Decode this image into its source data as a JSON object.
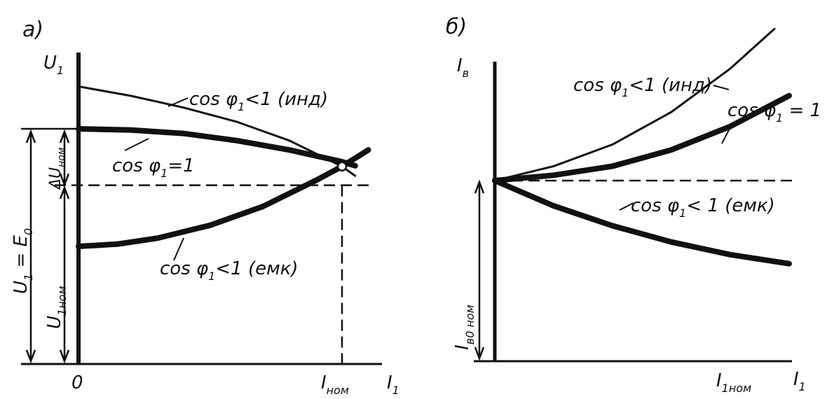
{
  "chart_data": [
    {
      "type": "line",
      "panel": "а)",
      "title": "",
      "ylabel": {
        "main": "U",
        "sub": "1"
      },
      "xlabel": {
        "main": "I",
        "sub": "1"
      },
      "origin_label": "0",
      "x_mark_label": {
        "main": "I",
        "sub": "ном"
      },
      "annotations": {
        "delta_u": {
          "main": "ΔU",
          "sub": "ном"
        },
        "u_nom": {
          "main": "U",
          "sub": "1ном"
        },
        "u_e0": {
          "main": "U",
          "sub1": "1",
          "eq": " = E",
          "sub2": "0"
        }
      },
      "series": [
        {
          "name": "cos φ1 < 1 (инд)",
          "label": {
            "pre": "cos φ",
            "sub": "1",
            "post": "<1 (инд)"
          },
          "weight": "thin",
          "points": [
            [
              0,
              1.18
            ],
            [
              0.2,
              1.14
            ],
            [
              0.4,
              1.09
            ],
            [
              0.6,
              1.03
            ],
            [
              0.8,
              0.95
            ],
            [
              1.0,
              0.84
            ],
            [
              1.05,
              0.8
            ]
          ]
        },
        {
          "name": "cos φ1 = 1",
          "label": {
            "pre": "cos φ",
            "sub": "1",
            "post": "=1"
          },
          "weight": "thick",
          "points": [
            [
              0,
              1.0
            ],
            [
              0.2,
              0.995
            ],
            [
              0.4,
              0.98
            ],
            [
              0.6,
              0.95
            ],
            [
              0.8,
              0.91
            ],
            [
              1.0,
              0.86
            ],
            [
              1.05,
              0.843
            ]
          ]
        },
        {
          "name": "cos φ1 < 1 (емк)",
          "label": {
            "pre": "cos φ",
            "sub": "1",
            "post": "<1 (емк)"
          },
          "weight": "thick",
          "points": [
            [
              0,
              0.5
            ],
            [
              0.15,
              0.51
            ],
            [
              0.3,
              0.535
            ],
            [
              0.5,
              0.59
            ],
            [
              0.7,
              0.67
            ],
            [
              0.9,
              0.78
            ],
            [
              1.0,
              0.84
            ],
            [
              1.1,
              0.91
            ]
          ]
        }
      ],
      "reference_lines": {
        "e0_level": 1.0,
        "nominal_u_level": 0.76,
        "nominal_current": 1.0
      }
    },
    {
      "type": "line",
      "panel": "б)",
      "title": "",
      "ylabel": {
        "main": "I",
        "sub": "в"
      },
      "xlabel": {
        "main": "I",
        "sub": "1"
      },
      "x_mark_label": {
        "main": "I",
        "sub": "1ном"
      },
      "annotations": {
        "iv0": {
          "main": "I",
          "sub": "в0 ном"
        }
      },
      "series": [
        {
          "name": "cos φ1 < 1 (инд)",
          "label": {
            "pre": "cos φ",
            "sub": "1",
            "post": "<1 (инд)"
          },
          "weight": "thin",
          "points": [
            [
              0,
              1.0
            ],
            [
              0.2,
              1.08
            ],
            [
              0.4,
              1.2
            ],
            [
              0.6,
              1.38
            ],
            [
              0.8,
              1.62
            ],
            [
              0.95,
              1.84
            ]
          ]
        },
        {
          "name": "cos φ1 = 1",
          "label": {
            "pre": "cos φ",
            "sub": "1",
            "post": " = 1"
          },
          "weight": "thick",
          "points": [
            [
              0,
              1.0
            ],
            [
              0.2,
              1.03
            ],
            [
              0.4,
              1.08
            ],
            [
              0.6,
              1.17
            ],
            [
              0.8,
              1.3
            ],
            [
              1.0,
              1.47
            ]
          ]
        },
        {
          "name": "cos φ1 < 1 (емк)",
          "label": {
            "pre": "cos φ",
            "sub": "1",
            "post": "< 1 (емк)"
          },
          "weight": "thick",
          "points": [
            [
              0,
              1.0
            ],
            [
              0.2,
              0.86
            ],
            [
              0.4,
              0.75
            ],
            [
              0.6,
              0.66
            ],
            [
              0.8,
              0.59
            ],
            [
              1.0,
              0.54
            ]
          ]
        }
      ],
      "reference_lines": {
        "iv0_level": 1.0
      }
    }
  ]
}
